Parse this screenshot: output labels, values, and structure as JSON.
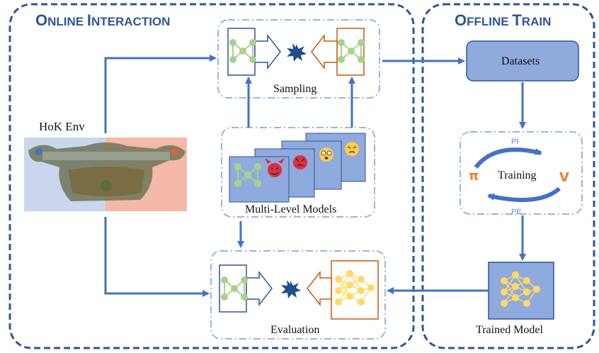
{
  "panels": {
    "online": {
      "title_first": "O",
      "title_rest": "NLINE ",
      "title_first2": "I",
      "title_rest2": "NTERACTION"
    },
    "offline": {
      "title_first": "O",
      "title_rest": "FFLINE ",
      "title_first2": "T",
      "title_rest2": "RAIN"
    }
  },
  "labels": {
    "env": "HoK Env",
    "sampling": "Sampling",
    "multi_level": "Multi-Level Models",
    "evaluation": "Evaluation",
    "datasets": "Datasets",
    "training": "Training",
    "trained_model": "Trained Model",
    "pi_symbol": "π",
    "v_symbol": "V",
    "pi_loop": "PI",
    "pe_loop": "PE"
  },
  "colors": {
    "panel_border": "#2f5597",
    "arrow": "#4472c4",
    "dashed_box": "#9db4dc",
    "datasets_fill": "#8faadc",
    "model_card": "#8faadc",
    "green_net": "#a9d18e",
    "yellow_net": "#ffd966",
    "clash_star": "#1f4e8c",
    "left_hook": "#2f5597",
    "right_hook": "#c55a11",
    "pi_color": "#ed7d31",
    "map_left": "#c9d6ec",
    "map_right": "#f4b9a8"
  },
  "icons": {
    "emojis": [
      "devil-face-icon",
      "angry-face-icon",
      "dizzy-face-icon",
      "pensive-face-icon"
    ]
  }
}
